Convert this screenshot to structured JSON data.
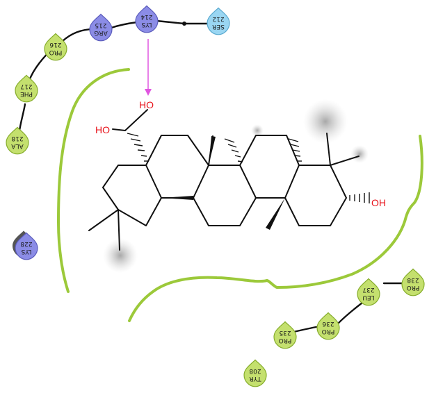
{
  "colors": {
    "hydrophobic": "#c4e06e",
    "hydrophobic_stroke": "#86ad2c",
    "positive": "#8b8ce6",
    "positive_stroke": "#5b5cbc",
    "polar": "#9ad6f2",
    "polar_stroke": "#5aaad0",
    "pocket_line": "#9cc93a",
    "hbond": "#e055e0",
    "heteroatom": "#e8141c",
    "bond": "#111111"
  },
  "residues": [
    {
      "id": "pro216",
      "name": "PRO",
      "num": "216",
      "type": "hydrophobic"
    },
    {
      "id": "arg215",
      "name": "ARG",
      "num": "215",
      "type": "positive"
    },
    {
      "id": "lys214",
      "name": "LYS",
      "num": "214",
      "type": "positive"
    },
    {
      "id": "ser212",
      "name": "SER",
      "num": "212",
      "type": "polar"
    },
    {
      "id": "phe217",
      "name": "PHE",
      "num": "217",
      "type": "hydrophobic"
    },
    {
      "id": "ala218",
      "name": "ALA",
      "num": "218",
      "type": "hydrophobic"
    },
    {
      "id": "lys228",
      "name": "LYS",
      "num": "228",
      "type": "positive"
    },
    {
      "id": "pro238",
      "name": "PRO",
      "num": "238",
      "type": "hydrophobic"
    },
    {
      "id": "leu237",
      "name": "LEU",
      "num": "237",
      "type": "hydrophobic"
    },
    {
      "id": "pro236",
      "name": "PRO",
      "num": "236",
      "type": "hydrophobic"
    },
    {
      "id": "pro235",
      "name": "PRO",
      "num": "235",
      "type": "hydrophobic"
    },
    {
      "id": "tyr208",
      "name": "TYR",
      "num": "208",
      "type": "hydrophobic"
    }
  ],
  "ligand": {
    "atom_labels": {
      "oh_top": "HO",
      "oh_left": "HO",
      "oh_right": "OH"
    }
  }
}
